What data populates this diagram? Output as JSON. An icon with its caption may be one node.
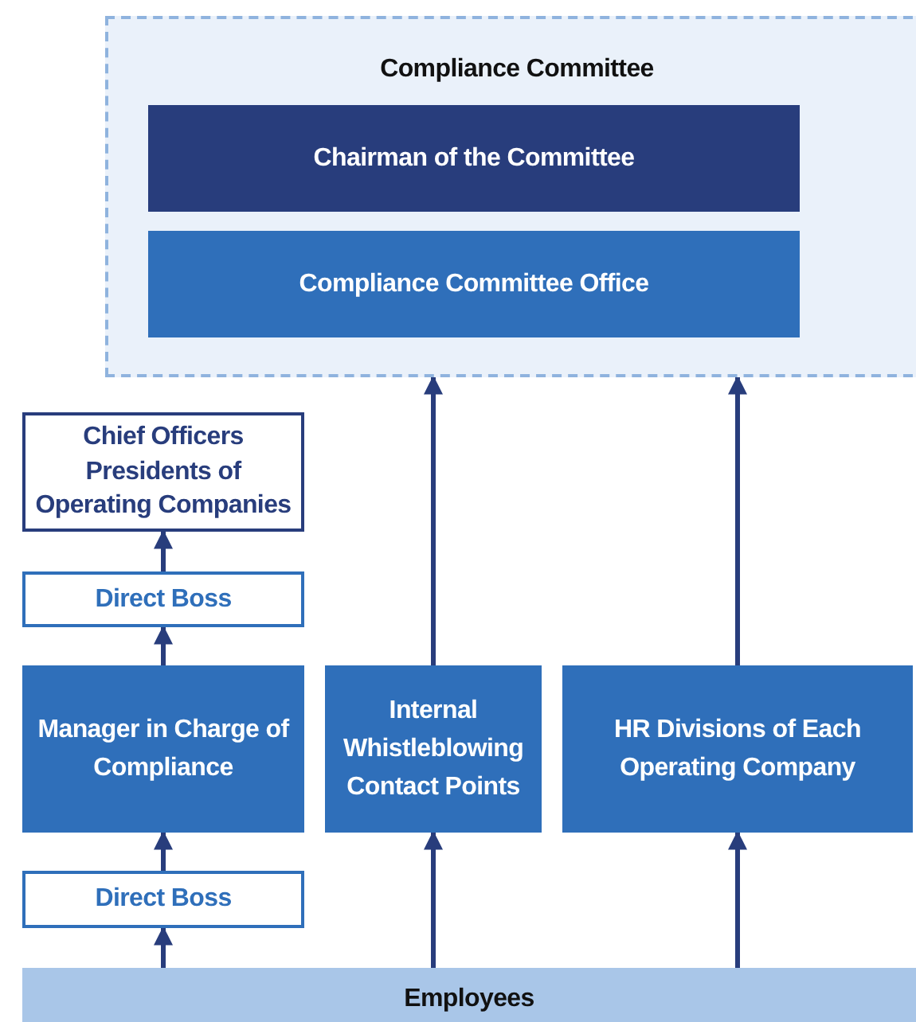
{
  "diagram": {
    "nodes": [
      {
        "text": [
          "Compliance Committee"
        ]
      },
      {
        "text": [
          "Chairman of the Committee"
        ],
        "in": 0
      },
      {
        "text": [
          "Compliance Committee Office"
        ],
        "in": 0
      },
      {
        "text": [
          "Chief Officers",
          "Presidents of Operating Companies"
        ]
      },
      {
        "text": [
          "Direct Boss"
        ]
      },
      {
        "text": [
          "Manager in Charge of Compliance"
        ]
      },
      {
        "text": [
          "Direct Boss"
        ]
      },
      {
        "text": [
          "Internal Whistleblowing Contact Points"
        ]
      },
      {
        "text": [
          "HR Divisions of Each Operating Company"
        ]
      },
      {
        "text": [
          "Employees"
        ]
      }
    ],
    "edges": [
      {
        "from": 9,
        "to": 6,
        "arrow": "to"
      },
      {
        "from": 6,
        "to": 5,
        "arrow": "to"
      },
      {
        "from": 5,
        "to": 4,
        "arrow": "to"
      },
      {
        "from": 4,
        "to": 3,
        "arrow": "to"
      },
      {
        "from": 9,
        "to": 7,
        "arrow": "to"
      },
      {
        "from": 7,
        "to": 0,
        "arrow": "to"
      },
      {
        "from": 9,
        "to": 8,
        "arrow": "to"
      },
      {
        "from": 8,
        "to": 0,
        "arrow": "to"
      }
    ]
  }
}
